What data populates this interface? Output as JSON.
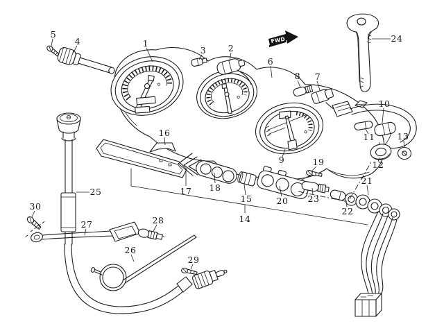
{
  "diagram": {
    "fwd_marker": "FWD",
    "background_color": "#ffffff",
    "line_color": "#1c1c1c",
    "part_labels": [
      "1",
      "2",
      "3",
      "4",
      "5",
      "6",
      "7",
      "8",
      "9",
      "10",
      "11",
      "12",
      "13",
      "14",
      "15",
      "16",
      "17",
      "18",
      "19",
      "20",
      "21",
      "22",
      "23",
      "24",
      "25",
      "26",
      "27",
      "28",
      "29",
      "30"
    ]
  }
}
